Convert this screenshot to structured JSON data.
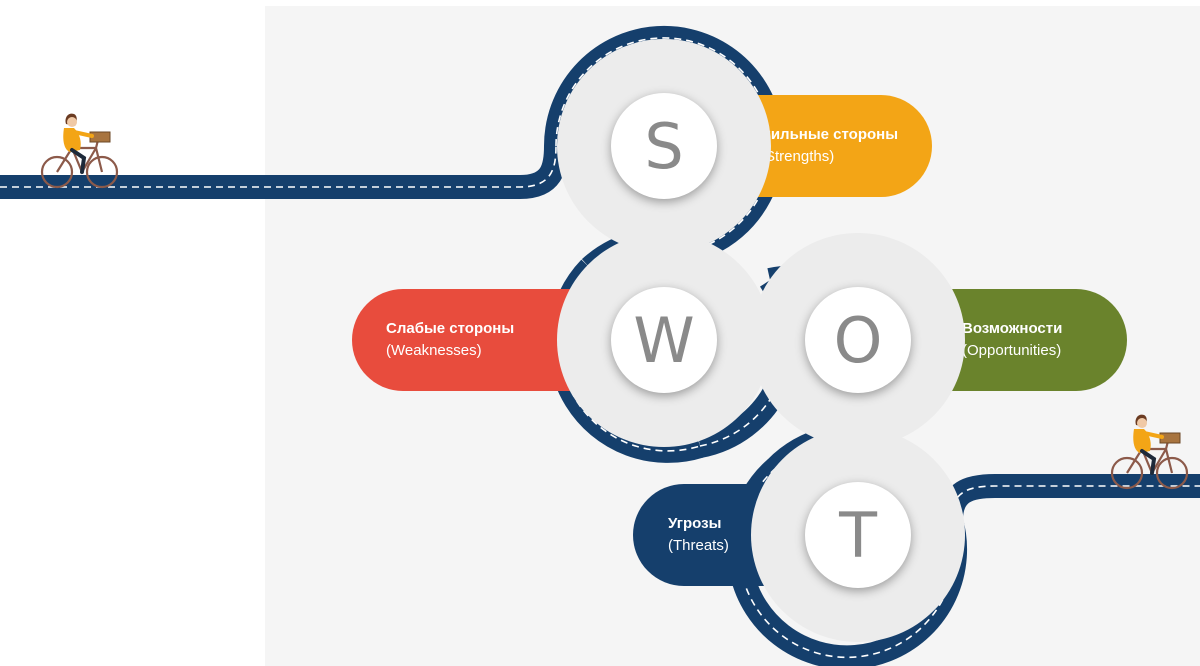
{
  "swot": {
    "strengths": {
      "letter": "S",
      "title": "Сильные стороны",
      "subtitle": "(Strengths)",
      "color": "#f3a516"
    },
    "weaknesses": {
      "letter": "W",
      "title": "Слабые стороны",
      "subtitle": "(Weaknesses)",
      "color": "#e84c3d"
    },
    "opportunities": {
      "letter": "O",
      "title": "Возможности",
      "subtitle": "(Opportunities)",
      "color": "#6a832c"
    },
    "threats": {
      "letter": "T",
      "title": "Угрозы",
      "subtitle": "(Threats)",
      "color": "#153f6c"
    }
  },
  "road": {
    "color": "#153f6c",
    "dash_color": "#ffffff"
  },
  "icons": [
    "cyclist-icon",
    "bicycle-icon"
  ]
}
